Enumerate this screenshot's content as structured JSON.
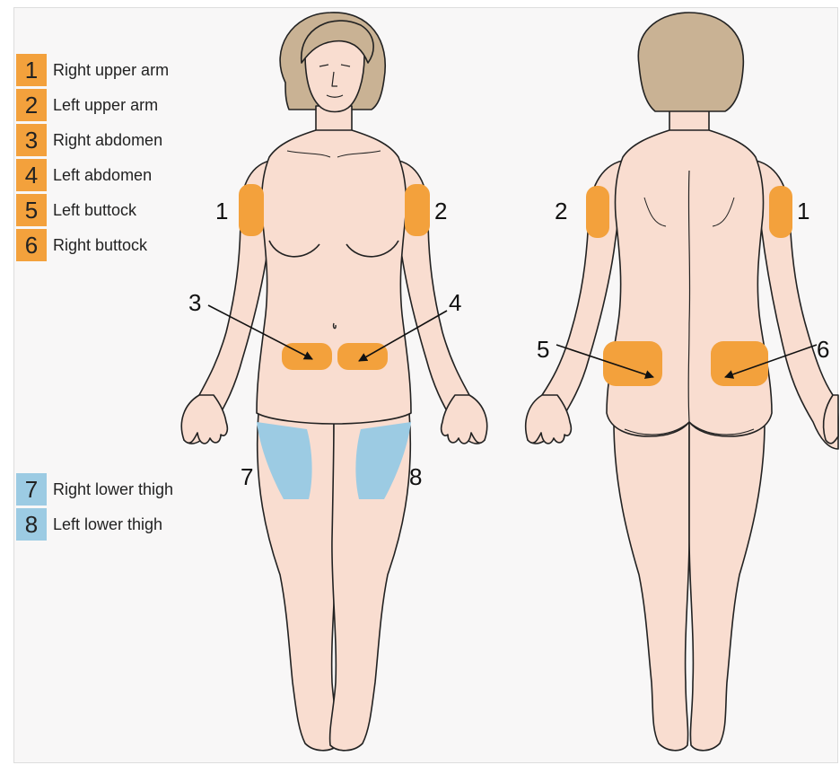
{
  "colors": {
    "orange_site": "#f3a13c",
    "blue_site": "#9ccbe3",
    "skin": "#f9ddd0",
    "skin_shadow": "#f1b7a5",
    "hair": "#c9b294",
    "background": "#f8f7f7"
  },
  "legend": {
    "upper": [
      {
        "num": "1",
        "label": "Right upper arm"
      },
      {
        "num": "2",
        "label": "Left upper arm"
      },
      {
        "num": "3",
        "label": "Right abdomen"
      },
      {
        "num": "4",
        "label": "Left abdomen"
      },
      {
        "num": "5",
        "label": "Left buttock"
      },
      {
        "num": "6",
        "label": "Right buttock"
      }
    ],
    "lower": [
      {
        "num": "7",
        "label": "Right lower thigh"
      },
      {
        "num": "8",
        "label": "Left lower thigh"
      }
    ]
  },
  "front_labels": {
    "n1": "1",
    "n2": "2",
    "n3": "3",
    "n4": "4",
    "n7": "7",
    "n8": "8"
  },
  "back_labels": {
    "n2": "2",
    "n1": "1",
    "n5": "5",
    "n6": "6"
  }
}
